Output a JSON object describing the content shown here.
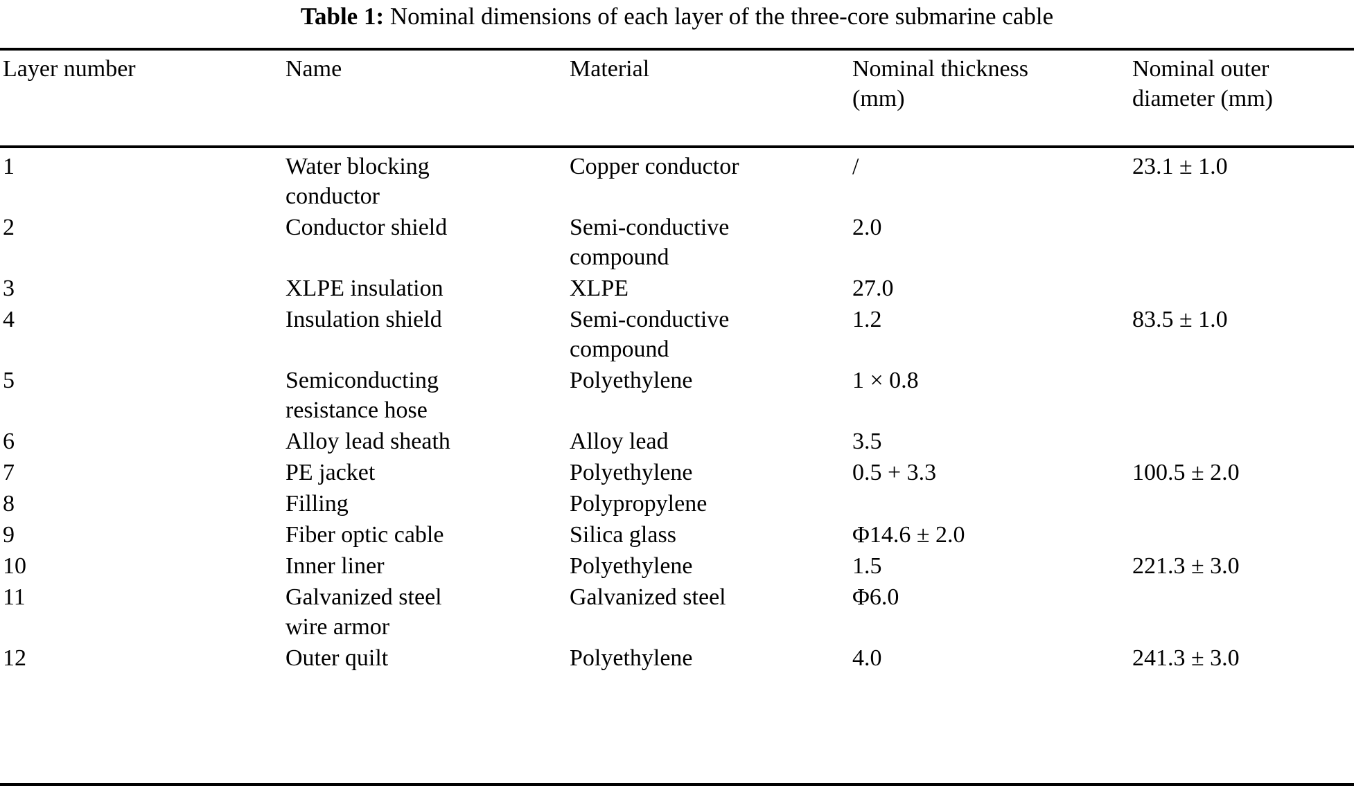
{
  "caption": {
    "label": "Table 1:",
    "text": "Nominal dimensions of each layer of the three-core submarine cable"
  },
  "table": {
    "columns": [
      "Layer number",
      "Name",
      "Material",
      "Nominal thickness (mm)",
      "Nominal outer diameter (mm)"
    ],
    "headers": {
      "layer_number": "Layer number",
      "name": "Name",
      "material": "Material",
      "nominal_thickness": "Nominal thickness\n(mm)",
      "nominal_outer_diameter": "Nominal outer\ndiameter (mm)"
    },
    "rows": [
      {
        "layer_number": "1",
        "name": "Water blocking\nconductor",
        "material": "Copper conductor",
        "nominal_thickness": "/",
        "nominal_outer_diameter": "23.1 ± 1.0"
      },
      {
        "layer_number": "2",
        "name": "Conductor shield",
        "material": "Semi-conductive\ncompound",
        "nominal_thickness": "2.0",
        "nominal_outer_diameter": ""
      },
      {
        "layer_number": "3",
        "name": "XLPE insulation",
        "material": "XLPE",
        "nominal_thickness": "27.0",
        "nominal_outer_diameter": ""
      },
      {
        "layer_number": "4",
        "name": "Insulation shield",
        "material": "Semi-conductive\ncompound",
        "nominal_thickness": "1.2",
        "nominal_outer_diameter": "83.5 ± 1.0"
      },
      {
        "layer_number": "5",
        "name": "Semiconducting\nresistance hose",
        "material": "Polyethylene",
        "nominal_thickness": "1 × 0.8",
        "nominal_outer_diameter": ""
      },
      {
        "layer_number": "6",
        "name": "Alloy lead sheath",
        "material": "Alloy lead",
        "nominal_thickness": "3.5",
        "nominal_outer_diameter": ""
      },
      {
        "layer_number": "7",
        "name": "PE jacket",
        "material": "Polyethylene",
        "nominal_thickness": "0.5 + 3.3",
        "nominal_outer_diameter": "100.5 ± 2.0"
      },
      {
        "layer_number": "8",
        "name": "Filling",
        "material": "Polypropylene",
        "nominal_thickness": "",
        "nominal_outer_diameter": ""
      },
      {
        "layer_number": "9",
        "name": "Fiber optic cable",
        "material": "Silica glass",
        "nominal_thickness": "Φ14.6 ± 2.0",
        "nominal_outer_diameter": ""
      },
      {
        "layer_number": "10",
        "name": "Inner liner",
        "material": "Polyethylene",
        "nominal_thickness": "1.5",
        "nominal_outer_diameter": "221.3 ± 3.0"
      },
      {
        "layer_number": "11",
        "name": "Galvanized steel\nwire armor",
        "material": "Galvanized steel",
        "nominal_thickness": "Φ6.0",
        "nominal_outer_diameter": ""
      },
      {
        "layer_number": "12",
        "name": "Outer quilt",
        "material": "Polyethylene",
        "nominal_thickness": "4.0",
        "nominal_outer_diameter": "241.3 ± 3.0"
      }
    ]
  },
  "style": {
    "text_color": "#000000",
    "background_color": "#ffffff",
    "rule_color": "#000000"
  }
}
